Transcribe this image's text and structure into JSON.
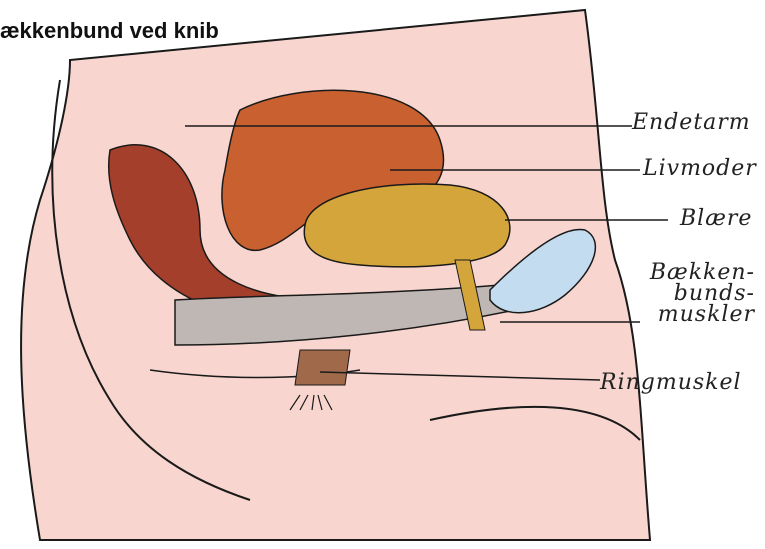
{
  "title": "ækkenbund ved knib",
  "labels": {
    "endetarm": "Endetarm",
    "livmoder": "Livmoder",
    "blaere": "Blære",
    "baekkenbund": [
      "Bækken-",
      "bunds-",
      "muskler"
    ],
    "ringmuskel": "Ringmuskel"
  },
  "colors": {
    "skin": "#f8d6cf",
    "outline": "#1a1a1a",
    "rectum": "#a33f2a",
    "uterus": "#c8602f",
    "bladder": "#d4a53a",
    "pelvic_floor": "#bfb7b3",
    "probe": "#c4dcef"
  }
}
